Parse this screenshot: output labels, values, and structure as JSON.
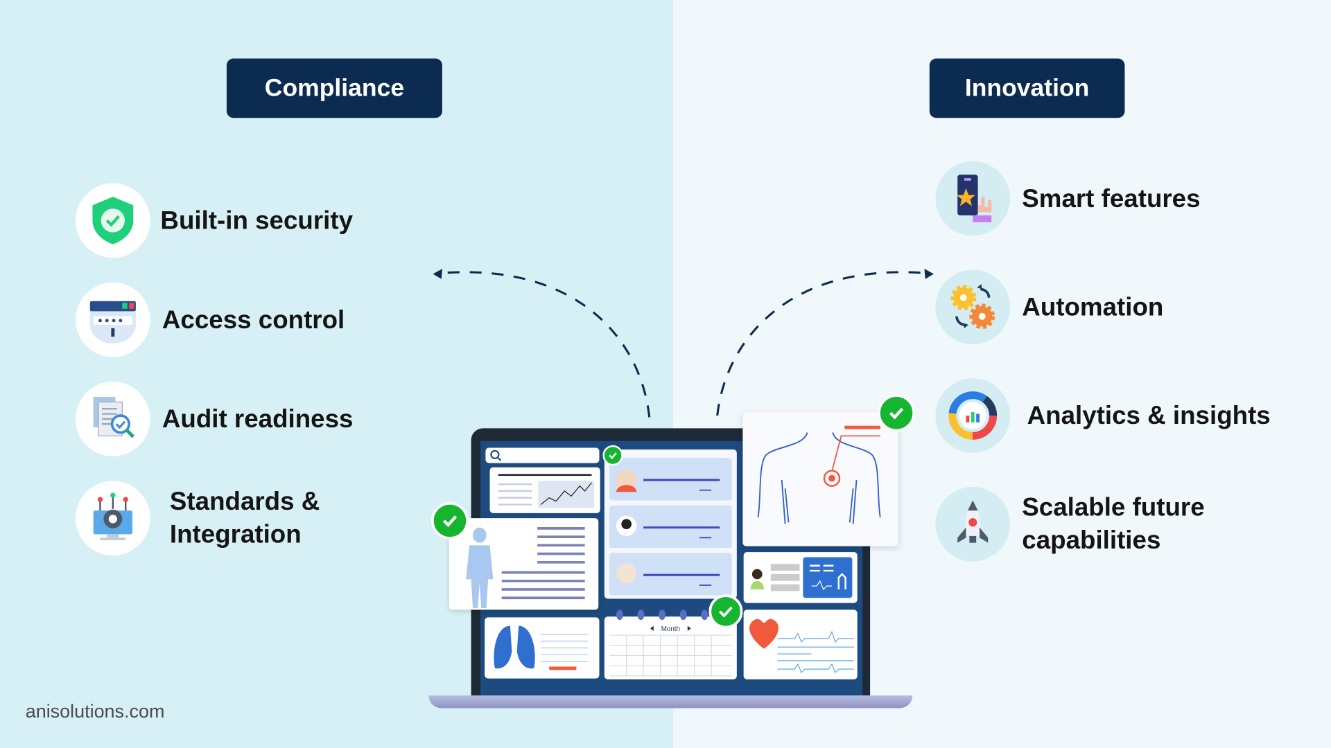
{
  "compliance": {
    "title": "Compliance",
    "items": [
      {
        "label": "Built-in security",
        "icon": "shield-check-icon"
      },
      {
        "label": "Access control",
        "icon": "password-lock-icon"
      },
      {
        "label": "Audit readiness",
        "icon": "document-magnifier-icon"
      },
      {
        "label": "Standards & Integration",
        "icon": "gear-monitor-icon"
      }
    ]
  },
  "innovation": {
    "title": "Innovation",
    "items": [
      {
        "label": "Smart features",
        "icon": "touch-phone-star-icon"
      },
      {
        "label": "Automation",
        "icon": "gears-arrows-icon"
      },
      {
        "label": "Analytics & insights",
        "icon": "donut-chart-icon"
      },
      {
        "label": "Scalable future capabilities",
        "icon": "rocket-icon"
      }
    ]
  },
  "laptop": {
    "calendar_label": "Month"
  },
  "footer": {
    "site": "anisolutions.com"
  },
  "colors": {
    "navy": "#0b2b50",
    "left_bg": "#d7f0f5",
    "right_bg": "#f1f8fc",
    "check": "#16b530",
    "accent": "#f05a3c"
  }
}
